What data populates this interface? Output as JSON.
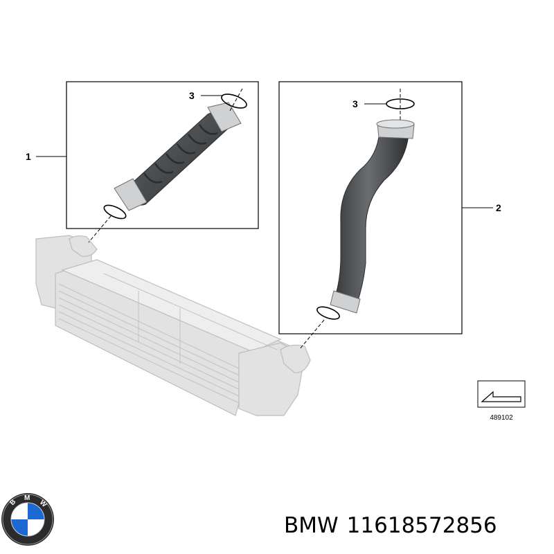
{
  "callouts": [
    {
      "number": "1"
    },
    {
      "number": "2"
    },
    {
      "number": "3"
    },
    {
      "number": "3"
    }
  ],
  "reference_box": {
    "code": "489102"
  },
  "logo": {
    "text": "BMW",
    "ring_color": "#2b2b2b",
    "blue": "#1c69d4",
    "white": "#ffffff"
  },
  "footer": {
    "brand": "BMW",
    "part_number": "11618572856"
  },
  "colors": {
    "hose": "#4a4d4f",
    "hose_dark": "#2f3133",
    "clamp": "#c9cbcc",
    "intercooler": "#d8d8d8",
    "intercooler_line": "#b9b9b9"
  }
}
